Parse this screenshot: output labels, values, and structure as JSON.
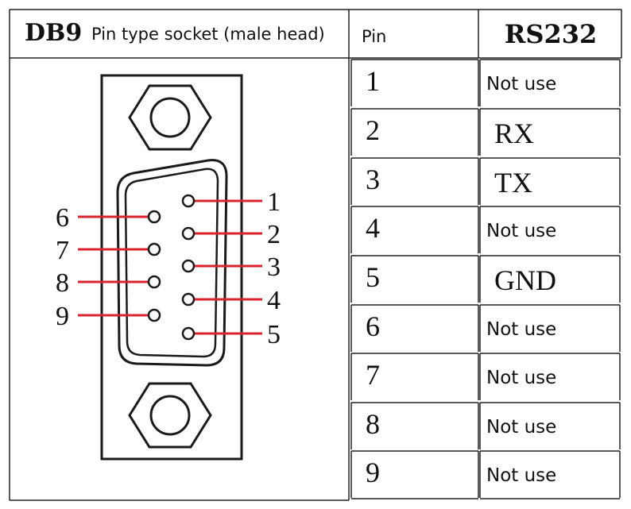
{
  "header": {
    "connector": "DB9",
    "description": "Pin type socket (male head)",
    "pin_col": "Pin",
    "protocol_col": "RS232"
  },
  "rows": [
    {
      "pin": "1",
      "value": "Not use"
    },
    {
      "pin": "2",
      "value": "RX"
    },
    {
      "pin": "3",
      "value": "TX"
    },
    {
      "pin": "4",
      "value": "Not use"
    },
    {
      "pin": "5",
      "value": "GND"
    },
    {
      "pin": "6",
      "value": "Not use"
    },
    {
      "pin": "7",
      "value": "Not use"
    },
    {
      "pin": "8",
      "value": "Not use"
    },
    {
      "pin": "9",
      "value": "Not use"
    }
  ],
  "diagram": {
    "left_pins": [
      "6",
      "7",
      "8",
      "9"
    ],
    "right_pins": [
      "1",
      "2",
      "3",
      "4",
      "5"
    ],
    "lead_color": "#d9232d",
    "line_color": "#1a1a1a"
  }
}
